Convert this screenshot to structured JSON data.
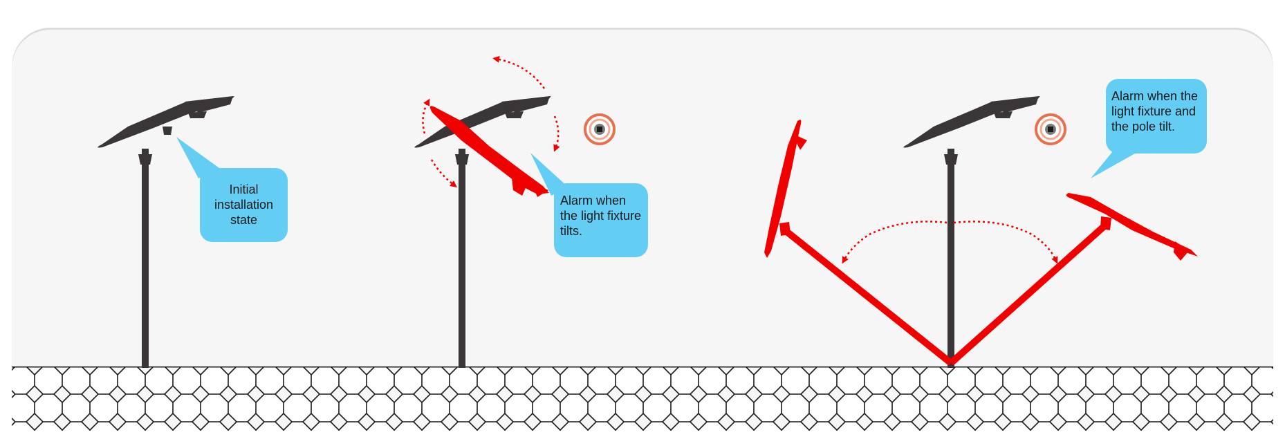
{
  "labels": {
    "initial": "Initial installation state",
    "fixture_tilt": "Alarm when the light fixture tilts.",
    "pole_tilt": "Alarm when the light fixture and the pole tilt."
  },
  "colors": {
    "pole": "#3a3536",
    "alarm": "#f10000",
    "bubble": "#64cdf4",
    "panel": "#f6f6f6",
    "ground_line": "#1a1a1a"
  },
  "icons": [
    "alarm-speaker-icon"
  ]
}
